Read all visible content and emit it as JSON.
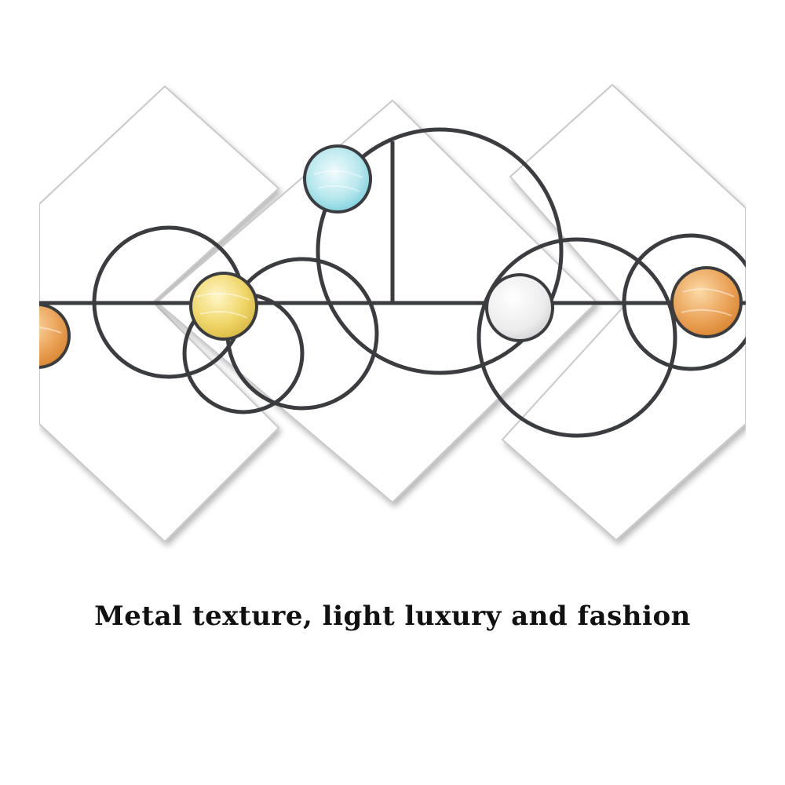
{
  "caption": "Metal texture, light luxury and fashion",
  "colors": {
    "background": "#ffffff",
    "metal_ring": "#3a3c3f",
    "panel_border": "#cfcfcf",
    "disc_orange": "#eba45a",
    "disc_yellow": "#f0d76a",
    "disc_blue": "#9fdde6",
    "disc_white": "#eeeeee"
  },
  "artwork": {
    "panels": [
      {
        "name": "left-panel"
      },
      {
        "name": "center-panel"
      },
      {
        "name": "right-panel"
      }
    ],
    "discs": [
      {
        "name": "orange-disc-left",
        "color": "disc_orange"
      },
      {
        "name": "yellow-disc",
        "color": "disc_yellow"
      },
      {
        "name": "blue-disc",
        "color": "disc_blue"
      },
      {
        "name": "white-disc",
        "color": "disc_white"
      },
      {
        "name": "orange-disc-right",
        "color": "disc_orange"
      }
    ]
  }
}
